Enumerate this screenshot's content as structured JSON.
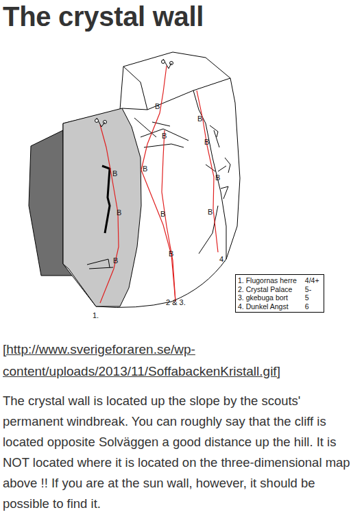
{
  "diagram": {
    "title": "The crystal wall",
    "nodes": [
      {
        "text": [
          "1. Flugornas herre",
          "4/4+",
          "2. Crystal Palace",
          "5-",
          "3. gkebuga bort",
          "5",
          "4. Dunkel Angst",
          "6"
        ]
      }
    ],
    "labels": [
      "B",
      "B",
      "B",
      "B",
      "B",
      "B",
      "B",
      "B",
      "B",
      "B",
      "B",
      "B",
      "1.",
      "2 & 3.",
      "4.",
      "[http://www.sverigeforaren.se/wp-content/uploads/2013/11/SoffabackenKristall.gif]",
      "The crystal wall is located up the slope by the scouts' permanent windbreak. You can roughly say that the cliff is located opposite Solväggen a good distance up the hill. It is NOT located where it is located on the three-dimensional map above !! If you are at the sun wall, however, it should be possible to find it."
    ]
  }
}
